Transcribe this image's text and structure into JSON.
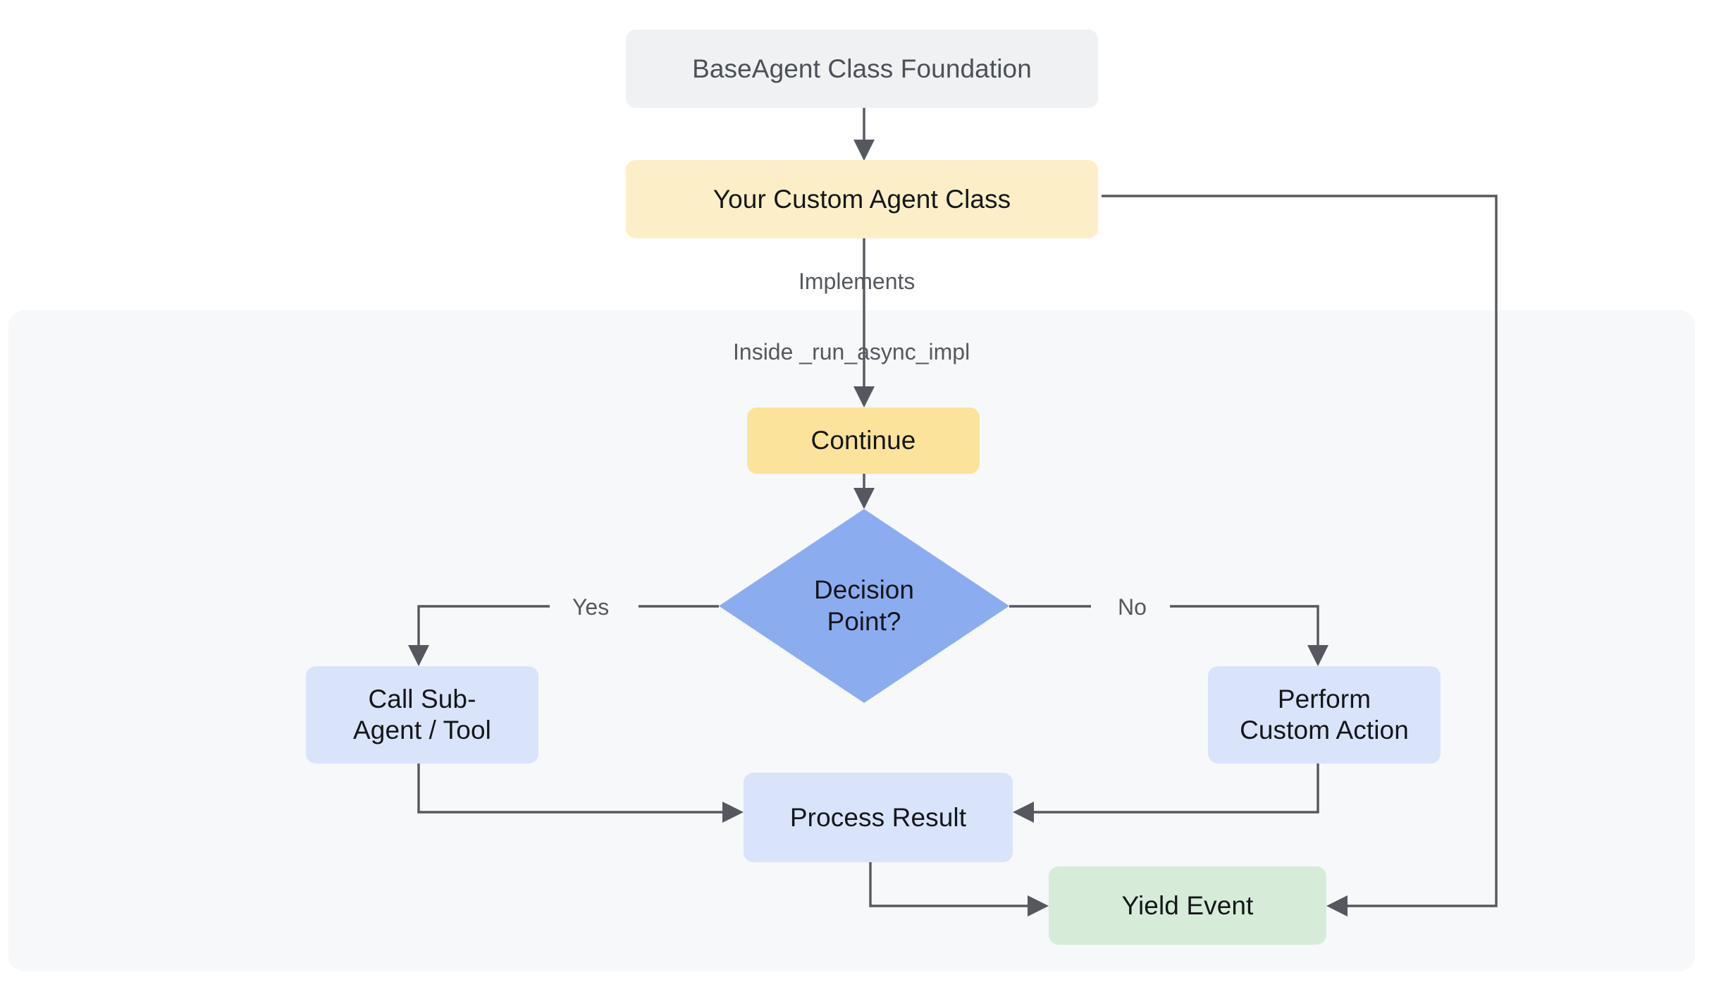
{
  "diagram": {
    "title_text": "BaseAgent Class Foundation flow",
    "background": "#ffffff",
    "subgraph": {
      "name": "run-async-impl-scope",
      "fill": "#f6f8fa",
      "label": ""
    },
    "colors": {
      "gray_node": "#eff1f3",
      "yellow_light": "#fcefc7",
      "yellow_strong": "#fbe39b",
      "blue_light": "#d9e4fb",
      "blue_diamond": "#8cacf0",
      "green_light": "#d6ecd9",
      "edge_stroke": "#55585e",
      "text_dark": "#141619",
      "text_muted": "#55585e"
    },
    "nodes": [
      {
        "id": "base_agent",
        "label": "BaseAgent Class Foundation",
        "shape": "rounded-rect",
        "color": "#eff1f3"
      },
      {
        "id": "custom_agent",
        "label": "Your Custom Agent Class",
        "shape": "rounded-rect",
        "color": "#fcefc7"
      },
      {
        "id": "continue",
        "label": "Continue",
        "shape": "rounded-rect",
        "color": "#fbe39b"
      },
      {
        "id": "decision",
        "label": "Decision\nPoint?",
        "shape": "diamond",
        "color": "#8cacf0"
      },
      {
        "id": "call_sub_agent",
        "label": "Call Sub-\nAgent / Tool",
        "shape": "rounded-rect",
        "color": "#d9e4fb"
      },
      {
        "id": "custom_action",
        "label": "Perform\nCustom Action",
        "shape": "rounded-rect",
        "color": "#d9e4fb"
      },
      {
        "id": "process_result",
        "label": "Process Result",
        "shape": "rounded-rect",
        "color": "#d9e4fb"
      },
      {
        "id": "yield_event",
        "label": "Yield Event",
        "shape": "rounded-rect",
        "color": "#d6ecd9"
      }
    ],
    "edges": [
      {
        "id": "e1",
        "from": "base_agent",
        "to": "custom_agent",
        "label": ""
      },
      {
        "id": "e2",
        "from": "custom_agent",
        "to": "continue",
        "label": "Implements"
      },
      {
        "id": "e3",
        "from": "custom_agent",
        "to": "continue",
        "label": "Inside _run_async_impl"
      },
      {
        "id": "e4",
        "from": "continue",
        "to": "decision",
        "label": ""
      },
      {
        "id": "e5",
        "from": "decision",
        "to": "call_sub_agent",
        "label": "Yes"
      },
      {
        "id": "e6",
        "from": "decision",
        "to": "custom_action",
        "label": "No"
      },
      {
        "id": "e7",
        "from": "call_sub_agent",
        "to": "process_result",
        "label": ""
      },
      {
        "id": "e8",
        "from": "custom_action",
        "to": "process_result",
        "label": ""
      },
      {
        "id": "e9",
        "from": "process_result",
        "to": "yield_event",
        "label": ""
      },
      {
        "id": "e10",
        "from": "custom_agent",
        "to": "yield_event",
        "label": ""
      }
    ],
    "labels": {
      "implements": "Implements",
      "inside_run_async_impl": "Inside _run_async_impl",
      "yes": "Yes",
      "no": "No"
    }
  }
}
